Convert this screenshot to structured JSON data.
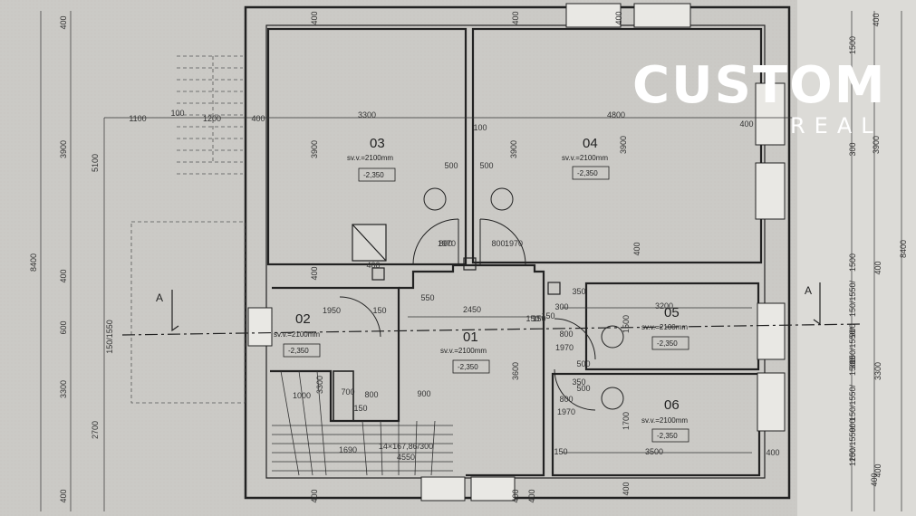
{
  "logo": {
    "main": "CUSTOM",
    "sub": "REAL"
  },
  "section_marks": [
    "A",
    "A"
  ],
  "rooms": [
    {
      "id": "03",
      "sv": "sv.v.=2100mm",
      "level": "-2,350"
    },
    {
      "id": "04",
      "sv": "sv.v.=2100mm",
      "level": "-2,350"
    },
    {
      "id": "02",
      "sv": "sv.v.=2100mm",
      "level": "-2,350"
    },
    {
      "id": "01",
      "sv": "sv.v.=2100mm",
      "level": "-2,350"
    },
    {
      "id": "05",
      "sv": "sv.v.=2100mm",
      "level": "-2,350"
    },
    {
      "id": "06",
      "sv": "sv.v.=2100mm",
      "level": "-2,350"
    }
  ],
  "dimensions": {
    "left_outer": [
      "8400"
    ],
    "left_mid": [
      "400",
      "3900",
      "400",
      "600",
      "3300",
      "400"
    ],
    "left_inner": [
      "5100",
      "150/1550",
      "2700"
    ],
    "top_row": [
      "1100",
      "100",
      "1200",
      "400",
      "3300",
      "100",
      "4800",
      "400"
    ],
    "right_mid": [
      "1500",
      "1500",
      "150/1550/",
      "900",
      "150/1550/",
      "1500",
      "150/1550/",
      "900",
      "150/1550/",
      "1200"
    ],
    "right_inner": [
      "400",
      "3900",
      "400",
      "3300",
      "400",
      "300",
      "300",
      "400"
    ],
    "right_outer": [
      "8400"
    ],
    "verticals": [
      "400",
      "400",
      "400",
      "400",
      "400",
      "400",
      "400",
      "400",
      "3900",
      "3900",
      "3900",
      "400",
      "3600",
      "3300",
      "1700",
      "1500"
    ],
    "interior": [
      "500",
      "500",
      "800",
      "1970",
      "800",
      "1970",
      "550",
      "2450",
      "150",
      "150",
      "1950",
      "150",
      "300",
      "800",
      "1970",
      "800",
      "1970",
      "500",
      "500",
      "3200",
      "3500",
      "700",
      "800",
      "900",
      "1000",
      "1690",
      "150",
      "4550",
      "14×167,86/300",
      "150",
      "400",
      "350",
      "350",
      "150",
      "400"
    ]
  }
}
